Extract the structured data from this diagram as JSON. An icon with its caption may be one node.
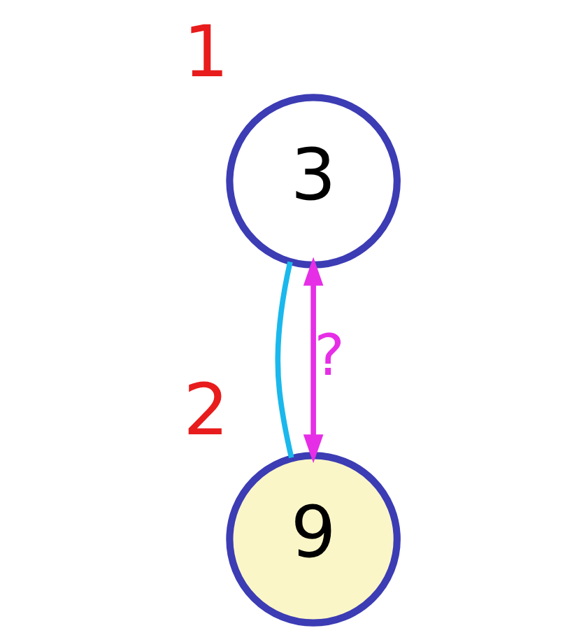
{
  "diagram": {
    "nodes": [
      {
        "text": [
          "3"
        ],
        "beside": [
          "1"
        ]
      },
      {
        "text": [
          "9"
        ],
        "beside": [
          "2"
        ]
      }
    ],
    "edges": [
      {
        "from": 0,
        "to": 1,
        "arrow": "none",
        "color": "#1ab8ec"
      },
      {
        "from": 0,
        "to": 1,
        "arrow": "both",
        "color": "#e62ee6",
        "label": "?"
      }
    ]
  }
}
